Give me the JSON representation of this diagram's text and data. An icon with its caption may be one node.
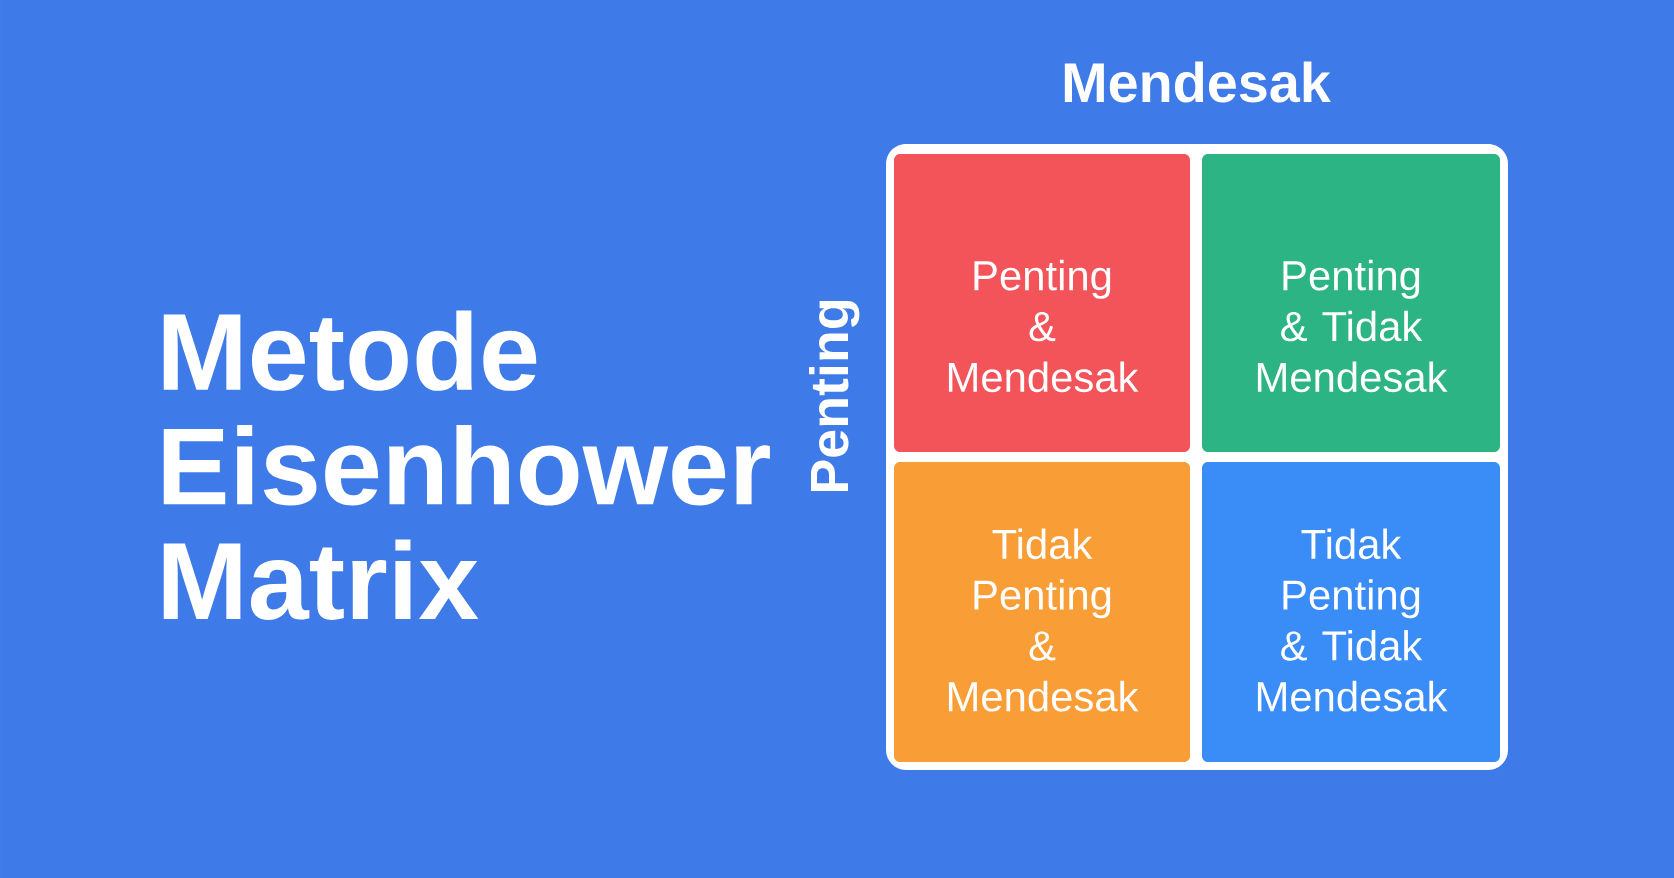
{
  "diagram": {
    "title": "Metode Eisenhower Matrix",
    "nodes": [
      {
        "text": [],
        "shape": "box"
      },
      {
        "text": [
          "Penting & Mendesak"
        ],
        "in": 0
      },
      {
        "text": [
          "Penting & Tidak Mendesak"
        ],
        "in": 0
      },
      {
        "text": [
          "Tidak Penting & Mendesak"
        ],
        "in": 0
      },
      {
        "text": [
          "Tidak Penting & Tidak Mendesak"
        ],
        "in": 0
      }
    ],
    "labels": [
      "Mendesak",
      "Penting"
    ]
  }
}
